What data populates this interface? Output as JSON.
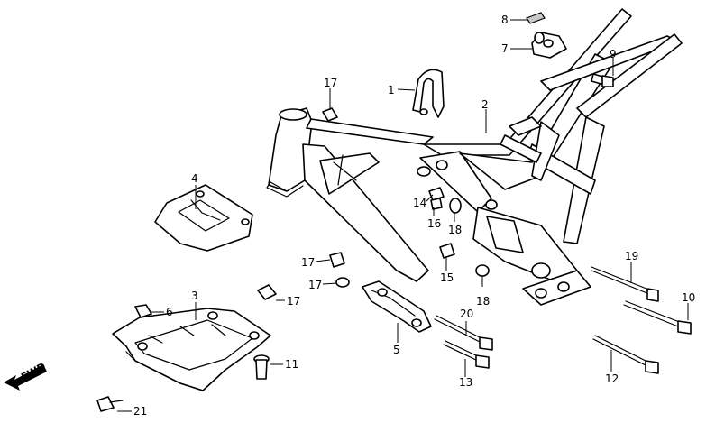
{
  "labels": {
    "p1": "1",
    "p2": "2",
    "p3": "3",
    "p4": "4",
    "p5": "5",
    "p6": "6",
    "p7": "7",
    "p8": "8",
    "p9": "9",
    "p10": "10",
    "p11": "11",
    "p12": "12",
    "p13": "13",
    "p14": "14",
    "p15": "15",
    "p16": "16",
    "p17a": "17",
    "p17b": "17",
    "p17c": "17",
    "p17d": "17",
    "p18a": "18",
    "p18b": "18",
    "p19": "19",
    "p20": "20",
    "p21": "21",
    "fwd": "FWD"
  }
}
